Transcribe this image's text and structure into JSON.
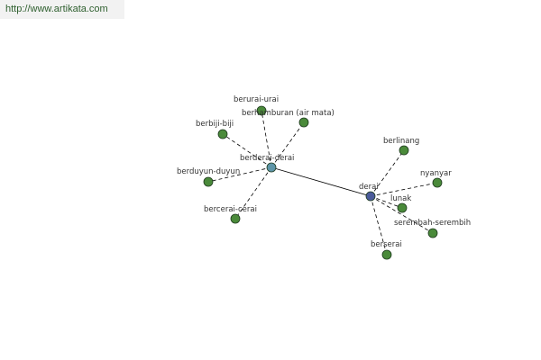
{
  "site_url": "http://www.artikata.com",
  "colors": {
    "leaf_node": "#4a8a3a",
    "hub_node": "#5e95a8",
    "center_node": "#4a5a9a",
    "node_stroke": "#1e3a1e",
    "edge": "#000000"
  },
  "graph": {
    "hubs": [
      {
        "id": "berderai",
        "label": "berderai-derai",
        "kind": "hub",
        "leaves": [
          {
            "id": "berurai",
            "label": "berurai-urai"
          },
          {
            "id": "berhamburan",
            "label": "berhamburan (air mata)"
          },
          {
            "id": "berbiji",
            "label": "berbiji-biji"
          },
          {
            "id": "berduyun",
            "label": "berduyun-duyun"
          },
          {
            "id": "bercerai",
            "label": "bercerai-cerai"
          }
        ]
      },
      {
        "id": "derai",
        "label": "derai",
        "kind": "center",
        "leaves": [
          {
            "id": "berlinang",
            "label": "berlinang"
          },
          {
            "id": "nyanyar",
            "label": "nyanyar"
          },
          {
            "id": "lunak",
            "label": "lunak"
          },
          {
            "id": "serembah",
            "label": "serembah-serembih"
          },
          {
            "id": "berserai",
            "label": "berserai"
          }
        ]
      }
    ],
    "links": [
      {
        "from": "berderai",
        "to": "derai",
        "style": "solid"
      }
    ]
  }
}
